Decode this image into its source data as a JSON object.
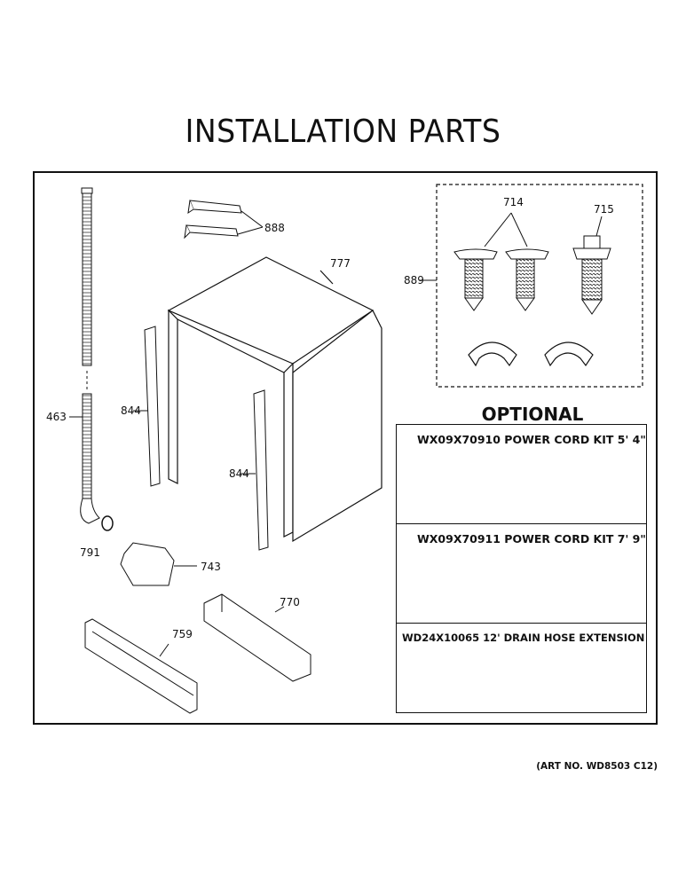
{
  "title": "INSTALLATION PARTS",
  "optional": {
    "heading": "OPTIONAL",
    "kits": [
      {
        "label": "WX09X70910 POWER CORD KIT 5' 4\""
      },
      {
        "label": "WX09X70911 POWER CORD KIT 7' 9\""
      },
      {
        "label": "WD24X10065 12' DRAIN HOSE EXTENSION"
      }
    ]
  },
  "callouts": {
    "c888": "888",
    "c777": "777",
    "c714": "714",
    "c715": "715",
    "c889": "889",
    "c463": "463",
    "c844a": "844",
    "c844b": "844",
    "c791": "791",
    "c743": "743",
    "c770": "770",
    "c759": "759"
  },
  "art_number": "(ART NO. WD8503 C12)"
}
